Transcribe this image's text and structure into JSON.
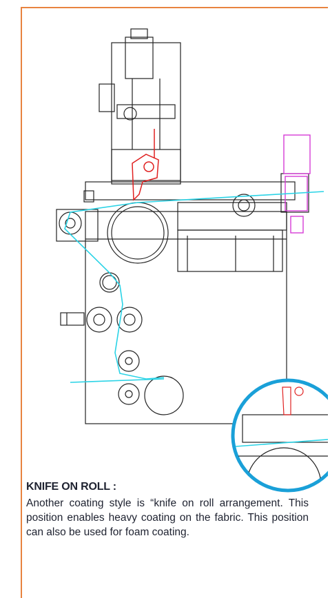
{
  "section": {
    "heading": "KNIFE ON ROLL :",
    "body": "Another coating style is “knife on roll arrangement. This position enables heavy coating on the fabric. This position can also be used for foam coating."
  },
  "colors": {
    "frame": "#e8833f",
    "drawing_line": "#222222",
    "fabric_path": "#29d3e6",
    "knife": "#e02020",
    "motor": "#d63bd6",
    "detail_circle": "#1aa0d8"
  },
  "icons": {
    "machine": "coating-machine-drawing",
    "detail": "knife-detail-magnifier"
  }
}
